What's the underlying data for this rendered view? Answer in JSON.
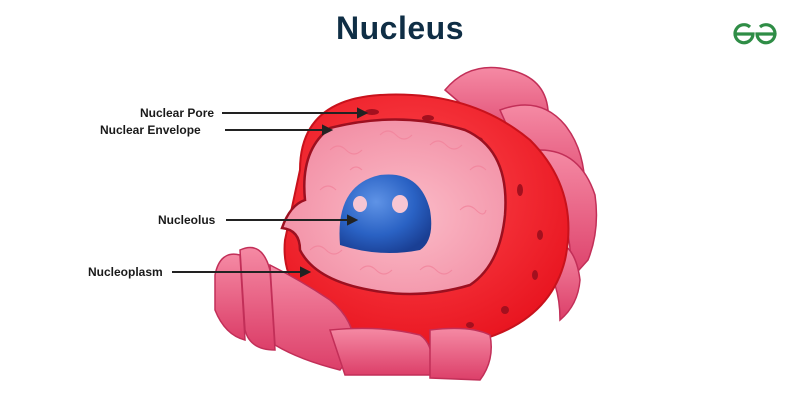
{
  "header": {
    "title": "Nucleus",
    "logo": "geeksforgeeks-logo-icon",
    "logo_color": "#2f8d46"
  },
  "diagram": {
    "subject": "Cell nucleus with surrounding endoplasmic reticulum",
    "labels": [
      {
        "id": "nuclear-pore",
        "text": "Nuclear Pore"
      },
      {
        "id": "nuclear-envelope",
        "text": "Nuclear Envelope"
      },
      {
        "id": "nucleolus",
        "text": "Nucleolus"
      },
      {
        "id": "nucleoplasm",
        "text": "Nucleoplasm"
      }
    ],
    "colors": {
      "title": "#0f2e45",
      "envelope": "#f0262e",
      "envelope_dark": "#a3101e",
      "nucleoplasm": "#f7a2b3",
      "nucleolus": "#2258b8",
      "er": "#e8557a",
      "label_text": "#1a1a1a",
      "arrow": "#222222"
    }
  }
}
